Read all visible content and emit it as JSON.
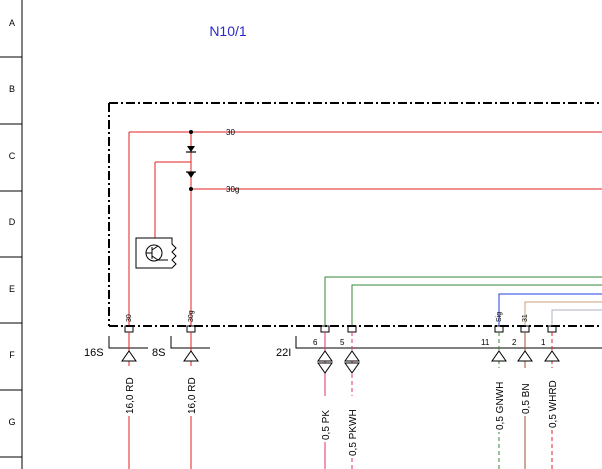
{
  "component_label": "N10/1",
  "row_labels": [
    "A",
    "B",
    "C",
    "D",
    "E",
    "F",
    "G"
  ],
  "internal_lines": {
    "line_30": "30",
    "line_30g": "30g"
  },
  "pin_labels": {
    "p30": "30",
    "p30g": "30g",
    "sig": "Sig",
    "p31": "31"
  },
  "connectors": {
    "c16s": "16S",
    "c8s": "8S",
    "c22i": "22I"
  },
  "pin_numbers": {
    "n6": "6",
    "n5": "5",
    "n11": "11",
    "n2": "2",
    "n1": "1"
  },
  "wire_labels": {
    "w1": "16,0 RD",
    "w2": "16,0 RD",
    "w3": "0,5 PK",
    "w4": "0,5 PKWH",
    "w5": "0,5 GNWH",
    "w6": "0,5 BN",
    "w7": "0,5 WHRD"
  },
  "colors": {
    "red": "#e02020",
    "pink": "#e0307a",
    "green": "#3a8a3a",
    "brown": "#a0522d",
    "blue": "#2040e0",
    "label_blue": "#2a2acc",
    "tan": "#c9a27a"
  }
}
